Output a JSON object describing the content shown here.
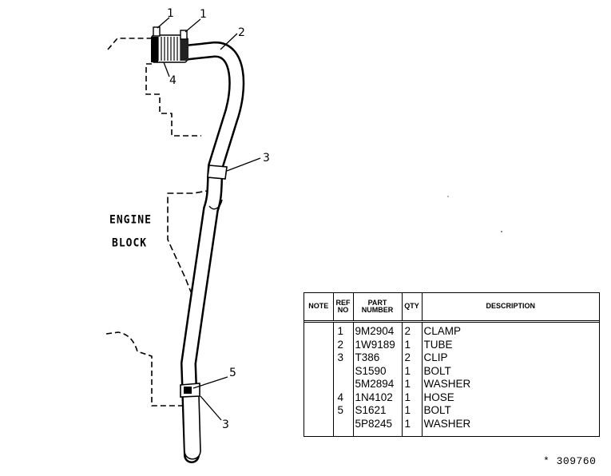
{
  "labels": {
    "engine": "ENGINE",
    "block": "BLOCK",
    "callouts": [
      "1",
      "1",
      "2",
      "3",
      "4",
      "5",
      "3"
    ]
  },
  "table": {
    "headers": [
      "NOTE",
      "REF\nNO",
      "PART\nNUMBER",
      "QTY",
      "DESCRIPTION"
    ],
    "rows": [
      {
        "note": "",
        "ref": "1",
        "part": "9M2904",
        "qty": "2",
        "desc": "CLAMP"
      },
      {
        "note": "",
        "ref": "2",
        "part": "1W9189",
        "qty": "1",
        "desc": "TUBE"
      },
      {
        "note": "",
        "ref": "3",
        "part": "T386",
        "qty": "2",
        "desc": "CLIP"
      },
      {
        "note": "",
        "ref": "",
        "part": "S1590",
        "qty": "1",
        "desc": "BOLT"
      },
      {
        "note": "",
        "ref": "",
        "part": "5M2894",
        "qty": "1",
        "desc": "WASHER"
      },
      {
        "note": "",
        "ref": "4",
        "part": "1N4102",
        "qty": "1",
        "desc": "HOSE"
      },
      {
        "note": "",
        "ref": "5",
        "part": "S1621",
        "qty": "1",
        "desc": "BOLT"
      },
      {
        "note": "",
        "ref": "",
        "part": "5P8245",
        "qty": "1",
        "desc": "WASHER"
      }
    ]
  },
  "serial": "* 309760"
}
